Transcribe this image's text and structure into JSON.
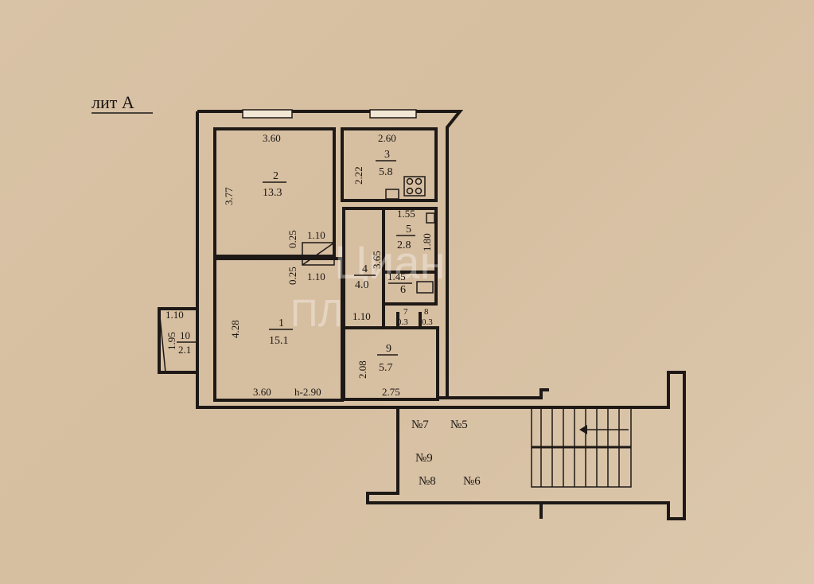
{
  "title": "лит А",
  "watermark": "Циан",
  "watermark_partial": "ПЛ",
  "rooms": [
    {
      "id": "1",
      "area": "15.1"
    },
    {
      "id": "2",
      "area": "13.3"
    },
    {
      "id": "3",
      "area": "5.8"
    },
    {
      "id": "4",
      "area": "4.0"
    },
    {
      "id": "5",
      "area": "2.8"
    },
    {
      "id": "6",
      "area": ""
    },
    {
      "id": "7",
      "area": "0.3"
    },
    {
      "id": "8",
      "area": "0.3"
    },
    {
      "id": "9",
      "area": "5.7"
    },
    {
      "id": "10",
      "area": "2.1"
    }
  ],
  "dimensions": {
    "room2_top": "3.60",
    "room2_left": "3.77",
    "room3_top": "2.60",
    "room3_left": "2.22",
    "room5_top": "1.55",
    "room5_right": "1.80",
    "room4_side": "3.65",
    "room6_top": "1.45",
    "door_025a": "0.25",
    "door_025b": "0.25",
    "door_110a": "1.10",
    "door_110b": "1.10",
    "room7_top": "1.10",
    "room1_left": "4.28",
    "room1_bottom": "3.60",
    "height": "h-2.90",
    "room9_left": "2.08",
    "room9_bottom": "2.75",
    "room10_top": "1.10",
    "room10_left": "1.95"
  },
  "stair_labels": [
    "№7",
    "№5",
    "№9",
    "№8",
    "№6"
  ],
  "colors": {
    "paper": "#d9c3a6",
    "ink": "#1e1916"
  }
}
